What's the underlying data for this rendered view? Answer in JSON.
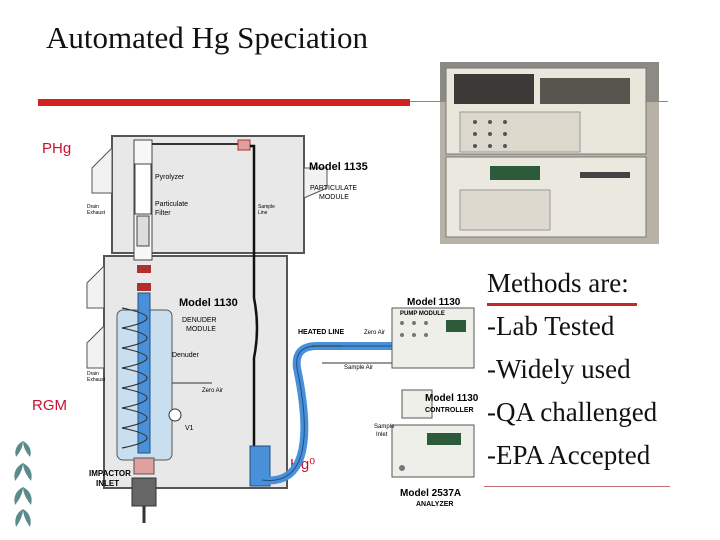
{
  "slide": {
    "title": "Automated Hg Speciation",
    "labels": {
      "phg": "PHg",
      "rgm": "RGM",
      "hg0": "Hg⁰"
    },
    "methods": [
      "Methods are:",
      "-Lab Tested",
      "-Widely used",
      "-QA challenged",
      "-EPA Accepted"
    ]
  },
  "diagram": {
    "model_1135": "Model 1135",
    "particulate_module": [
      "PARTICULATE",
      "MODULE"
    ],
    "model_1130_denuder": "Model 1130",
    "denuder_module": [
      "DENUDER",
      "MODULE"
    ],
    "pyrolyzer": "Pyrolyzer",
    "particulate_filter": [
      "Particulate",
      "Filter"
    ],
    "denuder": "Denuder",
    "heated_line": "HEATED LINE",
    "zero_air_top": "Zero Air",
    "sample_air": "Sample Air",
    "zero_air_mid": "Zero Air",
    "sample_inlet": [
      "Sample",
      "Inlet"
    ],
    "sample_line": [
      "Sample",
      "Line"
    ],
    "drain_exhaust_top": [
      "Drain",
      "Exhaust"
    ],
    "drain_exhaust_bottom": [
      "Drain",
      "Exhaust"
    ],
    "v1": "V1",
    "impactor_inlet": [
      "IMPACTOR",
      "INLET"
    ],
    "model_1130_pump": "Model 1130",
    "pump_module": "PUMP MODULE",
    "model_1130_controller": "Model 1130",
    "controller": "CONTROLLER",
    "model_2537a": "Model 2537A",
    "analyzer": "ANALYZER"
  },
  "colors": {
    "accent_red": "#d42020",
    "label_red": "#c8102e",
    "tube_blue": "#4a90d9"
  }
}
